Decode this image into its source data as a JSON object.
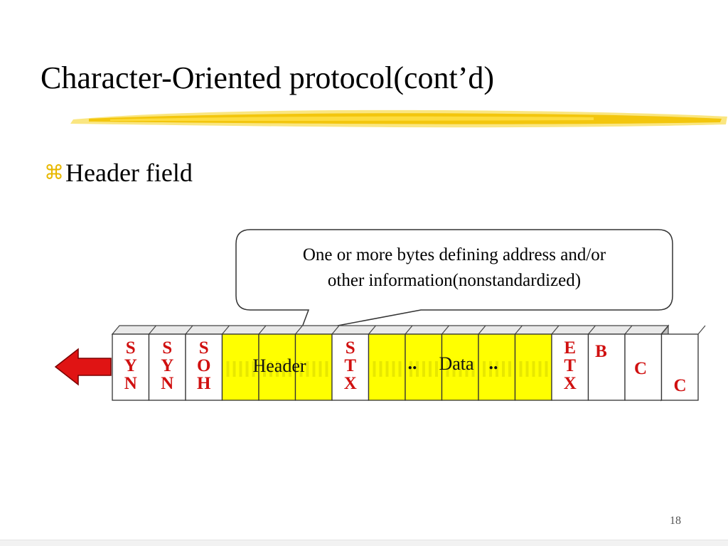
{
  "slide": {
    "title": "Character-Oriented protocol(cont’d)",
    "bullet_glyph": "⌘",
    "bullet_text": "Header field",
    "page_number": "18"
  },
  "callout": {
    "line1": "One or more bytes defining address and/or",
    "line2": "other information(nonstandardized)"
  },
  "frame": {
    "cells": [
      {
        "lines": [
          "S",
          "Y",
          "N"
        ],
        "fill": "#ffffff",
        "color": "#d01010"
      },
      {
        "lines": [
          "S",
          "Y",
          "N"
        ],
        "fill": "#ffffff",
        "color": "#d01010"
      },
      {
        "lines": [
          "S",
          "O",
          "H"
        ],
        "fill": "#ffffff",
        "color": "#d01010"
      },
      {
        "lines": [],
        "fill": "#ffff00",
        "color": "#000000"
      },
      {
        "lines": [],
        "fill": "#ffff00",
        "color": "#000000"
      },
      {
        "lines": [],
        "fill": "#ffff00",
        "color": "#000000"
      },
      {
        "lines": [
          "S",
          "T",
          "X"
        ],
        "fill": "#ffffff",
        "color": "#d01010"
      },
      {
        "lines": [],
        "fill": "#ffff00",
        "color": "#000000"
      },
      {
        "lines": [],
        "fill": "#ffff00",
        "color": "#000000"
      },
      {
        "lines": [],
        "fill": "#ffff00",
        "color": "#000000"
      },
      {
        "lines": [],
        "fill": "#ffff00",
        "color": "#000000"
      },
      {
        "lines": [],
        "fill": "#ffff00",
        "color": "#000000"
      },
      {
        "lines": [
          "E",
          "T",
          "X"
        ],
        "fill": "#ffffff",
        "color": "#d01010"
      },
      {
        "lines": [
          "B"
        ],
        "fill": "#ffffff",
        "color": "#d01010"
      },
      {
        "lines": [
          "C"
        ],
        "fill": "#ffffff",
        "color": "#d01010"
      },
      {
        "lines": [
          "C"
        ],
        "fill": "#ffffff",
        "color": "#d01010"
      }
    ],
    "header_label": "Header",
    "data_label": "Data",
    "ellipsis": "..",
    "direction_arrow_icon": "left-arrow-icon"
  },
  "colors": {
    "accent_yellow": "#ffff00",
    "control_red": "#d01010",
    "arrow_red": "#e01414",
    "underline_gold": "#f2c200"
  }
}
